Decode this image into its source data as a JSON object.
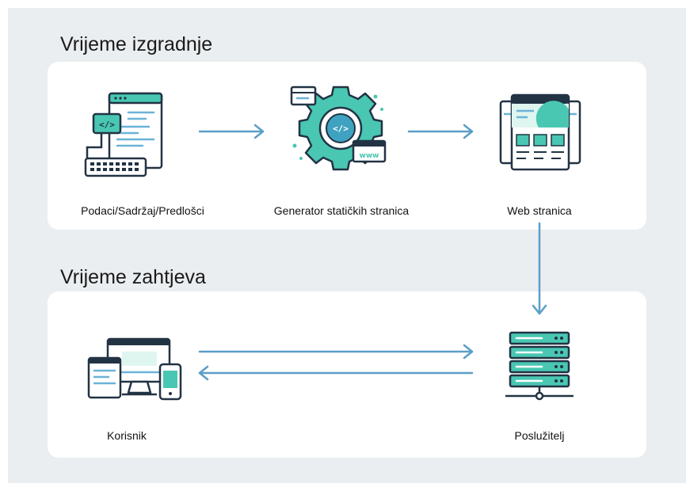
{
  "sections": {
    "build_time": "Vrijeme izgradnje",
    "request_time": "Vrijeme zahtjeva"
  },
  "nodes": {
    "data": "Podaci/Sadržaj/Predlošci",
    "generator": "Generator statičkih stranica",
    "website": "Web stranica",
    "user": "Korisnik",
    "server": "Poslužitelj"
  },
  "icons": {
    "data": "code-editor-keyboard-icon",
    "generator": "gear-code-icon",
    "website": "web-pages-icon",
    "user": "devices-icon",
    "server": "server-stack-icon"
  },
  "colors": {
    "accent": "#49c7b2",
    "arrow": "#5b9ec7",
    "outline": "#223344",
    "panel": "#ffffff",
    "background": "#ebeef0"
  }
}
